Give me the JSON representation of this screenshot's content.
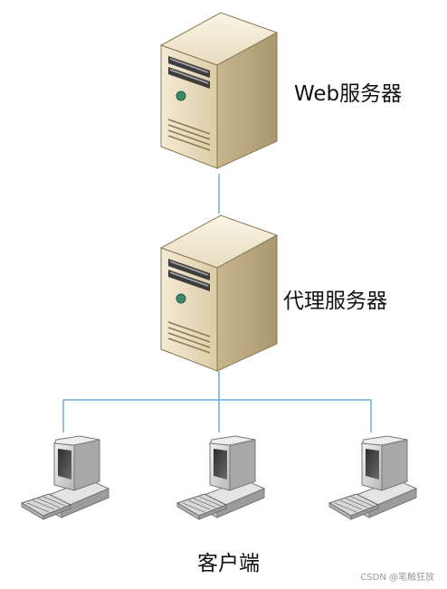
{
  "nodes": {
    "web_server": {
      "label": "Web服务器",
      "icon": "server-tower-icon"
    },
    "proxy_server": {
      "label": "代理服务器",
      "icon": "server-tower-icon"
    },
    "clients": {
      "label": "客户端",
      "count": 3,
      "icon": "desktop-computer-icon"
    }
  },
  "edges": [
    {
      "from": "web_server",
      "to": "proxy_server"
    },
    {
      "from": "proxy_server",
      "to": "client_1"
    },
    {
      "from": "proxy_server",
      "to": "client_2"
    },
    {
      "from": "proxy_server",
      "to": "client_3"
    }
  ],
  "colors": {
    "connector": "#6fa8d8",
    "server_front": "#e9dcc0",
    "server_side": "#c6b48f",
    "monitor_body": "#d6d6d6",
    "screen": "#4d4d4d"
  },
  "watermark": "CSDN @笔触狂放"
}
